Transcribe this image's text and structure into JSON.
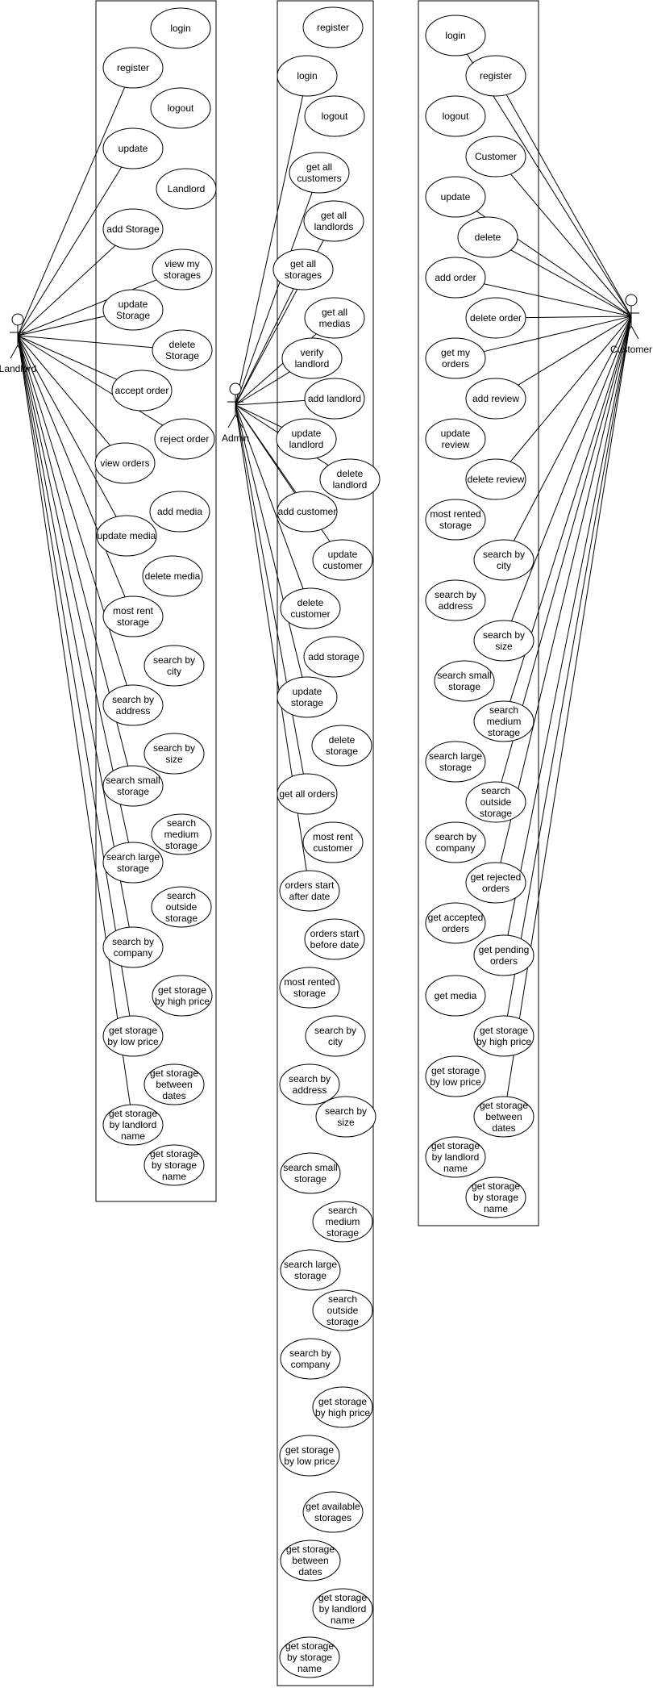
{
  "systems": [
    {
      "id": "landlord",
      "actor": "Landlord",
      "use_cases": [
        [
          "login"
        ],
        [
          "register"
        ],
        [
          "logout"
        ],
        [
          "update"
        ],
        [
          "Landlord"
        ],
        [
          "add Storage"
        ],
        [
          "view my",
          "storages"
        ],
        [
          "update",
          "Storage"
        ],
        [
          "delete",
          "Storage"
        ],
        [
          "accept order"
        ],
        [
          "reject order"
        ],
        [
          "view orders"
        ],
        [
          "add media"
        ],
        [
          "update media"
        ],
        [
          "delete media"
        ],
        [
          "most rent",
          "storage"
        ],
        [
          "search by",
          "city"
        ],
        [
          "search by",
          "address"
        ],
        [
          "search by",
          "size"
        ],
        [
          "search small",
          "storage"
        ],
        [
          "search",
          "medium",
          "storage"
        ],
        [
          "search large",
          "storage"
        ],
        [
          "search",
          "outside",
          "storage"
        ],
        [
          "search by",
          "company"
        ],
        [
          "get storage",
          "by high price"
        ],
        [
          "get storage",
          "by low price"
        ],
        [
          "get storage",
          "between",
          "dates"
        ],
        [
          "get storage",
          "by landlord",
          "name"
        ],
        [
          "get storage",
          "by storage",
          "name"
        ]
      ]
    },
    {
      "id": "admin",
      "actor": "Admin",
      "use_cases": [
        [
          "register"
        ],
        [
          "login"
        ],
        [
          "logout"
        ],
        [
          "get all",
          "customers"
        ],
        [
          "get all",
          "landlords"
        ],
        [
          "get all",
          "storages"
        ],
        [
          "get all",
          "medias"
        ],
        [
          "verify",
          "landlord"
        ],
        [
          "add landlord"
        ],
        [
          "update",
          "landlord"
        ],
        [
          "delete",
          "landlord"
        ],
        [
          "add customer"
        ],
        [
          "update",
          "customer"
        ],
        [
          "delete",
          "customer"
        ],
        [
          "add storage"
        ],
        [
          "update",
          "storage"
        ],
        [
          "delete",
          "storage"
        ],
        [
          "get all orders"
        ],
        [
          "most rent",
          "customer"
        ],
        [
          "orders start",
          "after date"
        ],
        [
          "orders start",
          "before date"
        ],
        [
          "most rented",
          "storage"
        ],
        [
          "search by",
          "city"
        ],
        [
          "search by",
          "address"
        ],
        [
          "search by",
          "size"
        ],
        [
          "search small",
          "storage"
        ],
        [
          "search",
          "medium",
          "storage"
        ],
        [
          "search large",
          "storage"
        ],
        [
          "search",
          "outside",
          "storage"
        ],
        [
          "search by",
          "company"
        ],
        [
          "get storage",
          "by high price"
        ],
        [
          "get storage",
          "by low price"
        ],
        [
          "get available",
          "storages"
        ],
        [
          "get storage",
          "between",
          "dates"
        ],
        [
          "get storage",
          "by landlord",
          "name"
        ],
        [
          "get storage",
          "by storage",
          "name"
        ]
      ]
    },
    {
      "id": "customer",
      "actor": "Customer",
      "use_cases": [
        [
          "login"
        ],
        [
          "register"
        ],
        [
          "logout"
        ],
        [
          "Customer"
        ],
        [
          "update"
        ],
        [
          "delete"
        ],
        [
          "add order"
        ],
        [
          "delete order"
        ],
        [
          "get my",
          "orders"
        ],
        [
          "add review"
        ],
        [
          "update",
          "review"
        ],
        [
          "delete review"
        ],
        [
          "most rented",
          "storage"
        ],
        [
          "search by",
          "city"
        ],
        [
          "search by",
          "address"
        ],
        [
          "search by",
          "size"
        ],
        [
          "search small",
          "storage"
        ],
        [
          "search",
          "medium",
          "storage"
        ],
        [
          "search large",
          "storage"
        ],
        [
          "search",
          "outside",
          "storage"
        ],
        [
          "search by",
          "company"
        ],
        [
          "get rejected",
          "orders"
        ],
        [
          "get accepted",
          "orders"
        ],
        [
          "get pending",
          "orders"
        ],
        [
          "get media"
        ],
        [
          "get storage",
          "by high price"
        ],
        [
          "get storage",
          "by low price"
        ],
        [
          "get storage",
          "between",
          "dates"
        ],
        [
          "get storage",
          "by landlord",
          "name"
        ],
        [
          "get storage",
          "by storage",
          "name"
        ]
      ]
    }
  ]
}
